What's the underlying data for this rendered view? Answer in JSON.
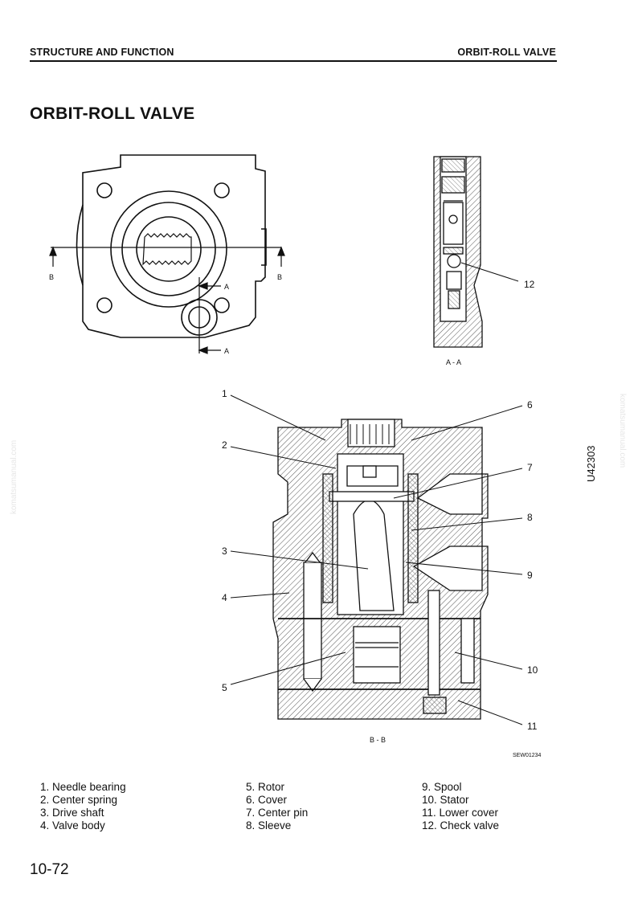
{
  "header": {
    "left": "STRUCTURE AND FUNCTION",
    "right": "ORBIT-ROLL VALVE"
  },
  "title": "ORBIT-ROLL VALVE",
  "figure": {
    "section_b_left": "B",
    "section_b_right": "B",
    "section_a_top": "A",
    "section_a_bottom": "A",
    "view_aa_caption": "A - A",
    "view_bb_caption": "B - B",
    "figure_code": "SEW01234",
    "side_code": "U42303",
    "watermark": "komatsumanual.com",
    "callouts": [
      "1",
      "2",
      "3",
      "4",
      "5",
      "6",
      "7",
      "8",
      "9",
      "10",
      "11",
      "12"
    ]
  },
  "legend": {
    "col1": [
      "1. Needle bearing",
      "2. Center spring",
      "3. Drive shaft",
      "4. Valve body"
    ],
    "col2": [
      "5. Rotor",
      "6. Cover",
      "7. Center pin",
      "8. Sleeve"
    ],
    "col3": [
      "9. Spool",
      "10. Stator",
      "11. Lower cover",
      "12. Check valve"
    ]
  },
  "page_number": "10-72"
}
